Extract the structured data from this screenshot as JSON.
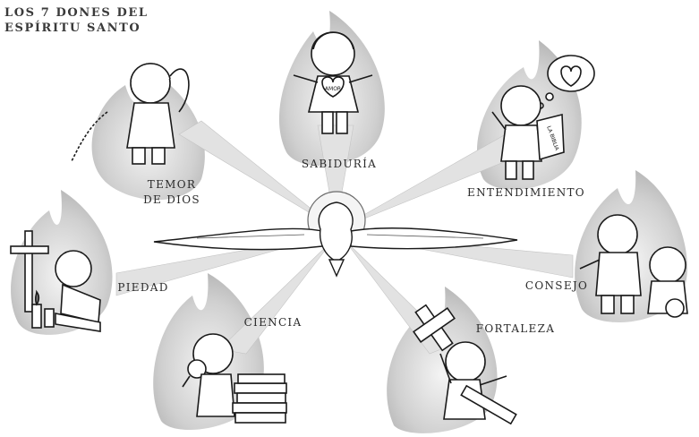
{
  "title": {
    "line1": "LOS 7 DONES DEL",
    "line2": "ESPÍRITU SANTO"
  },
  "gifts": [
    {
      "lines": [
        "TEMOR",
        "DE DIOS"
      ]
    },
    {
      "lines": [
        "SABIDURÍA"
      ]
    },
    {
      "lines": [
        "ENTENDIMIENTO"
      ]
    },
    {
      "lines": [
        "PIEDAD"
      ]
    },
    {
      "lines": [
        "CONSEJO"
      ]
    },
    {
      "lines": [
        "CIENCIA"
      ]
    },
    {
      "lines": [
        "FORTALEZA"
      ]
    }
  ],
  "props": {
    "heart_text": "AMOR",
    "bible_text": "LA BIBLIA"
  },
  "colors": {
    "flame": "#cfcfcf",
    "ray": "#d9d9d9",
    "line": "#1a1a1a"
  }
}
